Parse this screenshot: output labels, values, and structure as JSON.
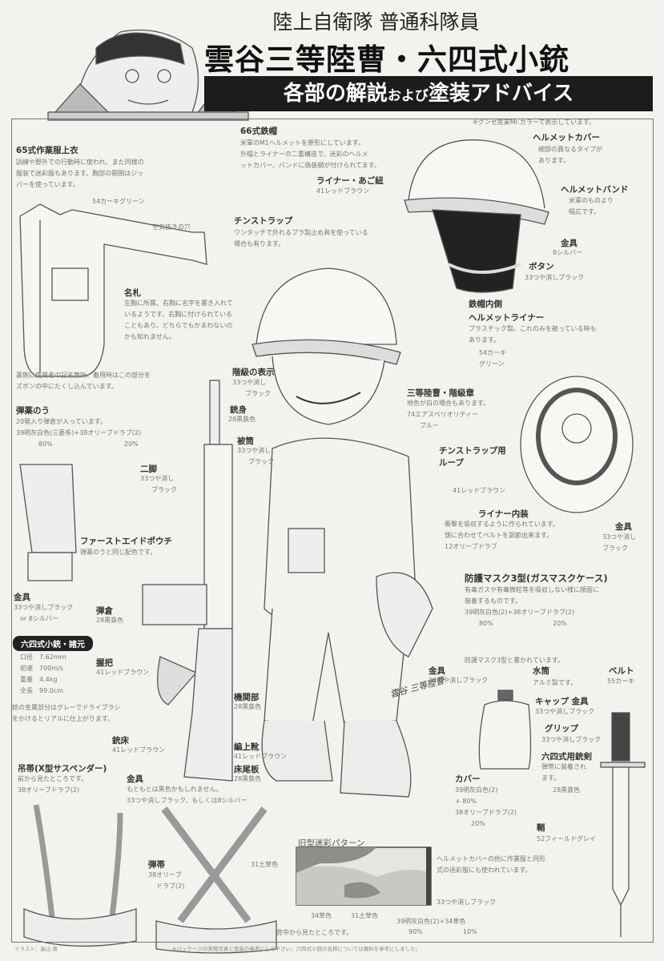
{
  "header": {
    "subtitle": "陸上自衛隊 普通科隊員",
    "title": "雲谷三等陸曹・六四式小銃",
    "banner_main1": "各部の解説",
    "banner_small": "および",
    "banner_main2": "塗装アドバイス"
  },
  "note_paint": "※グンゼ産業Mr.カラーで表示しています。",
  "jacket": {
    "title": "65式作業服上衣",
    "desc": [
      "訓練や野外での行動時に使われ、また同様の",
      "服装で迷彩服もあります。胸部の開閉はジッ",
      "パーを使っています。"
    ],
    "color": "54カーキグリーン",
    "vent": "空気抜きの穴",
    "note": [
      "裏側に使用者の記名箇所、着用時はこの部分を",
      "ズボンの中にたくし込んでいます。"
    ]
  },
  "helmet": {
    "title": "66式鉄帽",
    "desc": [
      "米軍のM1ヘルメットを原形にしています。",
      "外帽とライナーの二重構造で、迷彩のヘルメ",
      "ットカバー、バンドに偽装網が付けられてます。"
    ],
    "liner_strap": "ライナー・あご紐",
    "liner_strap_color": "41レッドブラウン",
    "cover": "ヘルメットカバー",
    "cover_desc": [
      "細部の異なるタイプが",
      "あります。"
    ],
    "band": "ヘルメットバンド",
    "band_desc": [
      "米軍のものより",
      "幅広です。"
    ],
    "chinstrap": "チンストラップ",
    "chinstrap_desc": [
      "ワンタッチで外れるプラ製止め具を使っている",
      "場合も有ります。"
    ],
    "fitting": "金具",
    "fitting_color": "8シルバー",
    "button": "ボタン",
    "button_color": "33つや消しブラック"
  },
  "nametag": {
    "title": "名札",
    "desc": [
      "左胸に所属、右胸に名字を書き入れて",
      "いるようです。右胸に付けられている",
      "こともあり、どちらでもかまわないの",
      "かも知れません。"
    ]
  },
  "helmet_inside": {
    "title": "鉄帽内側",
    "liner": "ヘルメットライナー",
    "desc": [
      "プラスチック製。これのみを被っている時も",
      "あります。"
    ],
    "color": [
      "54カーキ",
      "グリーン"
    ],
    "loop": [
      "チンストラップ用",
      "ループ"
    ],
    "loop_color": "41レッドブラウン",
    "inner": "ライナー内装",
    "inner_desc": [
      "衝撃を吸収するように作られています。",
      "頭に合わせてベルトを調節出来ます。"
    ],
    "inner_color": "12オリーブドラブ",
    "fitting": "金具",
    "fitting_color": [
      "33つや消し",
      "ブラック"
    ]
  },
  "rank_display": {
    "title": "階級の表示",
    "color": [
      "33つや消し",
      "ブラック"
    ]
  },
  "rank_insignia": {
    "title": "三等陸曹・階級章",
    "desc": "地色が白の場合もあります。",
    "color": [
      "74エアスペリオリティー",
      "ブルー"
    ]
  },
  "ammo_pouch": {
    "title": "弾薬のう",
    "desc": "20発入り弾倉が入っています。",
    "color": "39明灰白色(三菱系)+38オリーブドラブ(2)",
    "pct1": "80%",
    "pct2": "20%"
  },
  "first_aid": {
    "title": "ファーストエイドポウチ",
    "desc": "弾薬のうと同じ配色です。"
  },
  "rifle": {
    "barrel": "銃身",
    "barrel_color": "28黒鉄色",
    "handguard": "被筒",
    "handguard_color": [
      "33つや消し",
      "ブラック"
    ],
    "bipod": "二脚",
    "bipod_color": [
      "33つや消し",
      "ブラック"
    ],
    "fitting": "金具",
    "fitting_color": "33つや消しブラック",
    "fitting_color2": "or 8シルバー",
    "magazine": "弾倉",
    "magazine_color": "28黒鉄色",
    "grip": "握把",
    "grip_color": "41レッドブラウン",
    "receiver": "機関部",
    "receiver_color": "28黒鉄色",
    "stock": "銃床",
    "stock_color": "41レッドブラウン",
    "buttplate": "床尾板",
    "buttplate_color": "28黒鉄色",
    "tip": [
      "銃の金属部分はグレーでドライブラシ",
      "をかけるとリアルに仕上がります。"
    ]
  },
  "specs": {
    "title": "六四式小銃・諸元",
    "rows": [
      {
        "k": "口径",
        "v": "7.62mm"
      },
      {
        "k": "初速",
        "v": "700m/s"
      },
      {
        "k": "重量",
        "v": "4.4kg"
      },
      {
        "k": "全長",
        "v": "99.0cm"
      }
    ]
  },
  "boots": {
    "title": "編上靴",
    "color": "41レッドブラウン"
  },
  "gas_mask": {
    "title": "防護マスク3型(ガスマスクケース)",
    "desc": [
      "有毒ガスや有毒微粒等を吸収しない様に顔面に",
      "装着するものです。"
    ],
    "color": "39明灰白色(2)+38オリーブドラブ(2)",
    "pct1": "80%",
    "pct2": "20%",
    "note": "防護マスク3型と書かれています。"
  },
  "gas_fitting": {
    "title": "金具",
    "color": "33つや消しブラック"
  },
  "canteen": {
    "title": "水筒",
    "desc": "アルミ製です。",
    "cap": "キャップ 金具",
    "cap_color": "33つや消しブラック",
    "cover": "カバー",
    "cover_color1": "39明灰白色(2)",
    "cover_plus": "+ 80%",
    "cover_color2": "38オリーブドラブ(2)",
    "cover_pct2": "20%"
  },
  "bayonet": {
    "belt": "ベルト",
    "belt_color": "55カーキ",
    "grip": "グリップ",
    "grip_color": "33つや消しブラック",
    "title": "六四式用銃剣",
    "desc": [
      "弾帯に装着され",
      "ます。"
    ],
    "guard_color": "28黒鉄色",
    "sheath": "鞘",
    "sheath_color": "52フィールドグレイ"
  },
  "suspenders": {
    "title": "吊帯(X型サスペンダー)",
    "desc": "前から見たところです。",
    "color": "38オリーブドラブ(2)",
    "fitting": "金具",
    "fitting_desc": "もともとは黒色かもしれません。",
    "fitting_color": "33つや消しブラック、もしくは8シルバー",
    "belt": "弾帯",
    "belt_color": [
      "38オリーブ",
      "ドラブ(2)"
    ],
    "back_note": "背中から見たところです。"
  },
  "camo": {
    "title": "旧型迷彩パターン",
    "c1": "31土草色",
    "c2": "34草色",
    "c3": "31土草色",
    "c4": "39明灰白色(2)+34草色",
    "p1": "90%",
    "p2": "10%",
    "c5": "33つや消しブラック",
    "desc": [
      "ヘルメットカバーの他に作業服と同形",
      "式の迷彩服にも使われています。"
    ],
    "colors": {
      "base": "#e6e5df",
      "light": "#c9c8c2",
      "mid": "#8e8e8a",
      "dark": "#444"
    }
  },
  "signature": "雲谷 三等陸曹",
  "footer": {
    "left": "イラスト：高山 周",
    "right": "※パッケージの実物写真と塗装の参考にして下さい。六四式小銃の名称については資料を参考にしました。"
  }
}
